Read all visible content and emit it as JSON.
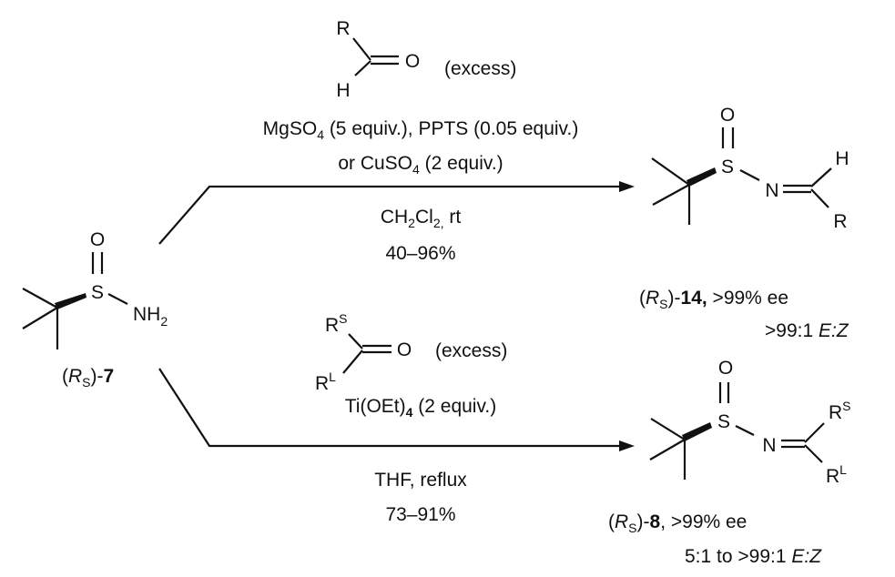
{
  "reactant": {
    "atoms": {
      "O": "O",
      "S": "S",
      "N": "NH",
      "N_sub": "2"
    },
    "label": {
      "open": "(",
      "R": "R",
      "R_sub": "S",
      "close": ")-",
      "num": "7"
    }
  },
  "top_reaction": {
    "reagent": {
      "R": "R",
      "H": "H",
      "O": "O",
      "excess": "(excess)"
    },
    "cond1": {
      "a": "MgSO",
      "a_sub": "4",
      "b": " (5 equiv.), PPTS (0.05 equiv.)"
    },
    "cond2": {
      "a": "or CuSO",
      "a_sub": "4",
      "b": " (2 equiv.)"
    },
    "solvent": {
      "a": "CH",
      "a_sub": "2",
      "b": "Cl",
      "b_sub": "2,",
      "c": " rt"
    },
    "yield": "40–96%"
  },
  "product_14": {
    "atoms": {
      "O": "O",
      "S": "S",
      "N": "N",
      "H": "H",
      "R": "R"
    },
    "label": {
      "open": "(",
      "R": "R",
      "R_sub": "S",
      "close": ")-",
      "num": "14,",
      "ee": " >99% ee"
    },
    "ratio": {
      "a": ">99:1 ",
      "ez": "E:Z"
    }
  },
  "bottom_reaction": {
    "reagent": {
      "RS": "R",
      "RS_sup": "S",
      "RL": "R",
      "RL_sup": "L",
      "O": "O",
      "excess": "(excess)"
    },
    "cond1": {
      "a": "Ti(OEt)",
      "a_sub": "4",
      "b": " (2 equiv.)"
    },
    "solvent": "THF, reflux",
    "yield": "73–91%"
  },
  "product_8": {
    "atoms": {
      "O": "O",
      "S": "S",
      "N": "N",
      "RS": "R",
      "RS_sup": "S",
      "RL": "R",
      "RL_sup": "L"
    },
    "label": {
      "open": "(",
      "R": "R",
      "R_sub": "S",
      "close": ")-",
      "num": "8",
      "ee": ", >99% ee"
    },
    "ratio": {
      "a": "5:1 to >99:1 ",
      "ez": "E:Z"
    }
  }
}
